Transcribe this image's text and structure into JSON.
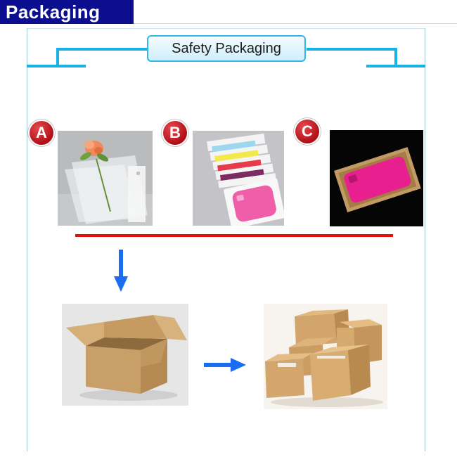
{
  "header": {
    "title": "Packaging"
  },
  "banner": {
    "title": "Safety Packaging"
  },
  "options": [
    {
      "label": "A",
      "icon": "flower-bags-photo"
    },
    {
      "label": "B",
      "icon": "phone-case-bags-photo"
    },
    {
      "label": "C",
      "icon": "kraft-box-photo"
    }
  ],
  "colors": {
    "header_bg": "#0b0f8f",
    "banner_border": "#31b8e6",
    "badge_red": "#c8141c",
    "divider_red": "#e80e0e",
    "arrow_blue": "#1a6cf0",
    "cardboard": "#c9a06a"
  }
}
